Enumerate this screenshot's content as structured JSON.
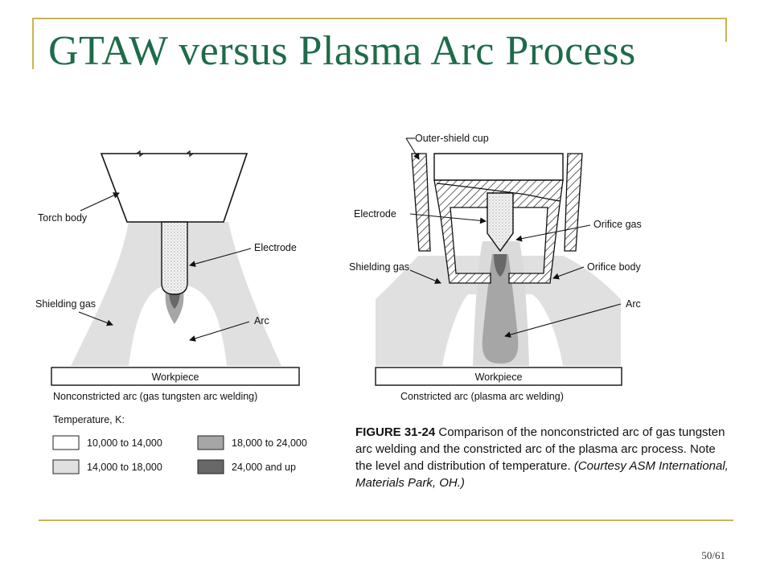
{
  "slide": {
    "title": "GTAW versus Plasma Arc Process",
    "page": "50/61"
  },
  "left_diagram": {
    "torch_body": "Torch body",
    "electrode": "Electrode",
    "shielding_gas": "Shielding gas",
    "arc": "Arc",
    "workpiece": "Workpiece",
    "caption": "Nonconstricted arc (gas tungsten arc welding)"
  },
  "right_diagram": {
    "outer_shield_cup": "Outer-shield cup",
    "electrode": "Electrode",
    "orifice_gas": "Orifice gas",
    "shielding_gas": "Shielding gas",
    "orifice_body": "Orifice body",
    "arc": "Arc",
    "workpiece": "Workpiece",
    "caption": "Constricted arc (plasma arc welding)"
  },
  "legend": {
    "title": "Temperature, K:",
    "items": [
      {
        "label": "10,000 to 14,000",
        "color": "#ffffff"
      },
      {
        "label": "14,000 to 18,000",
        "color": "#e0e0e0"
      },
      {
        "label": "18,000 to 24,000",
        "color": "#a6a6a6"
      },
      {
        "label": "24,000 and up",
        "color": "#686868"
      }
    ]
  },
  "figure_caption": {
    "label": "FIGURE 31-24",
    "text": " Comparison of the nonconstricted arc of gas tungsten arc welding and the constricted arc of the plasma arc process. Note the level and distribution of temperature. ",
    "credit": "(Courtesy ASM International, Materials Park, OH.)"
  },
  "colors": {
    "title": "#1e6b4a",
    "frame": "#c8b45a",
    "zone_light": "#e0e0e0",
    "zone_mid": "#a6a6a6",
    "zone_dark": "#686868"
  }
}
